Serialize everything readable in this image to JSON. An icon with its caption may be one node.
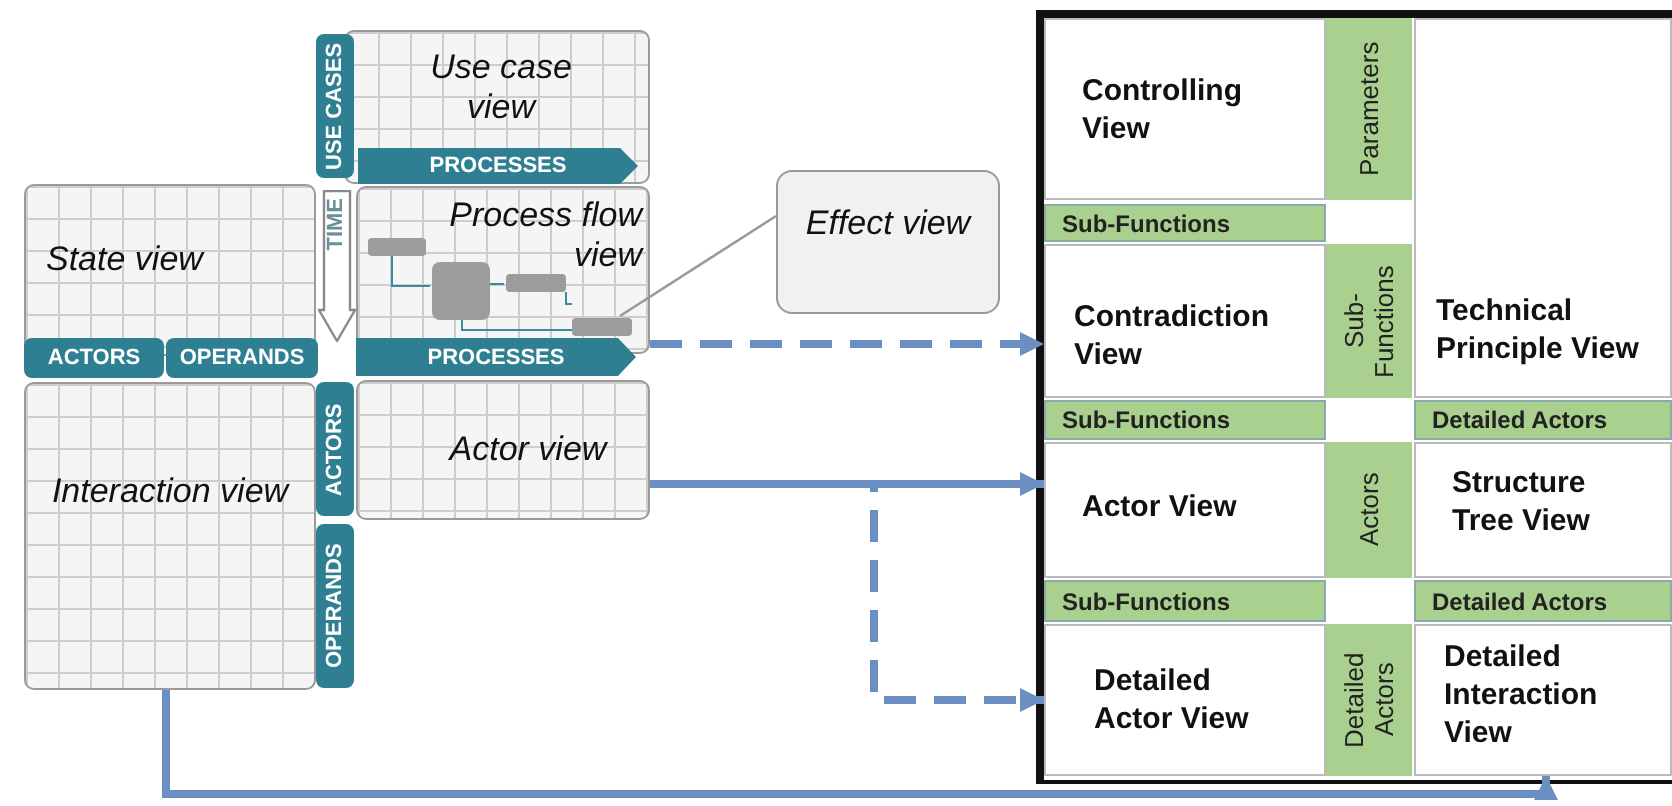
{
  "diagram": {
    "nodes": [
      {
        "text": [
          "Use case view"
        ]
      },
      {
        "text": [
          "USE CASES"
        ]
      },
      {
        "text": [
          "PROCESSES"
        ],
        "in": 0
      },
      {
        "text": [
          "State view"
        ]
      },
      {
        "text": [
          "TIME"
        ]
      },
      {
        "text": [
          "Process flow view"
        ]
      },
      {
        "text": [],
        "shape": "box",
        "in": 5
      },
      {
        "text": [
          "Effect view"
        ]
      },
      {
        "text": [
          "ACTORS"
        ]
      },
      {
        "text": [
          "OPERANDS"
        ]
      },
      {
        "text": [
          "PROCESSES"
        ]
      },
      {
        "text": [
          "Interaction view"
        ]
      },
      {
        "text": [
          "ACTORS"
        ]
      },
      {
        "text": [
          "Actor view"
        ]
      },
      {
        "text": [
          "OPERANDS"
        ]
      },
      {
        "text": [],
        "shape": "box"
      },
      {
        "text": [
          "Controlling View"
        ],
        "in": 15
      },
      {
        "text": [
          "Parameters"
        ],
        "in": 15
      },
      {
        "text": [
          "Sub-Functions"
        ],
        "in": 15
      },
      {
        "text": [
          "Contradiction View"
        ],
        "in": 15
      },
      {
        "text": [
          "Sub-Functions"
        ],
        "in": 15
      },
      {
        "text": [
          "Technical Principle View"
        ],
        "in": 15
      },
      {
        "text": [
          "Sub-Functions"
        ],
        "in": 15
      },
      {
        "text": [
          "Detailed Actors"
        ],
        "in": 15
      },
      {
        "text": [
          "Actor View"
        ],
        "in": 15
      },
      {
        "text": [
          "Actors"
        ],
        "in": 15
      },
      {
        "text": [
          "Structure Tree View"
        ],
        "in": 15
      },
      {
        "text": [
          "Sub-Functions"
        ],
        "in": 15
      },
      {
        "text": [
          "Detailed Actors"
        ],
        "in": 15
      },
      {
        "text": [
          "Detailed Actor View"
        ],
        "in": 15
      },
      {
        "text": [
          "Detailed Actors"
        ],
        "in": 15
      },
      {
        "text": [
          "Detailed Interaction View"
        ],
        "in": 15
      }
    ],
    "edges": [
      {
        "from": 5,
        "to": 19,
        "arrow": "to",
        "style": "dashed"
      },
      {
        "from": 13,
        "to": 24,
        "arrow": "to"
      },
      {
        "from": 13,
        "to": 29,
        "arrow": "to",
        "style": "dashed"
      },
      {
        "from": 11,
        "to": 31,
        "arrow": "to"
      },
      {
        "from": 7,
        "to": 6,
        "arrow": "none"
      }
    ]
  }
}
